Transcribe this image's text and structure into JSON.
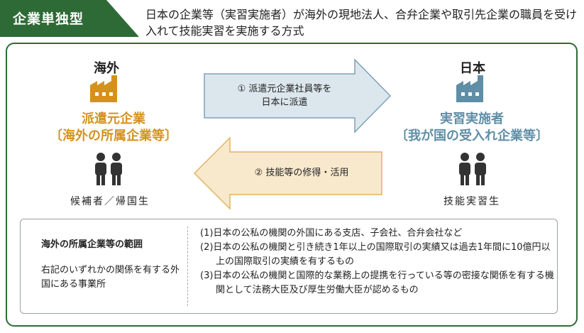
{
  "header": {
    "tag": "企業単独型",
    "description": "日本の企業等（実習実施者）が海外の現地法人、合弁企業や取引先企業の職員を受け入れて技能実習を実施する方式"
  },
  "left": {
    "region": "海外",
    "org_line1": "派遣元企業",
    "org_line2": "〔海外の所属企業等〕",
    "people_label": "候補者／帰国生"
  },
  "right": {
    "region": "日本",
    "org_line1": "実習実施者",
    "org_line2": "〔我が国の受入れ企業等〕",
    "people_label": "技能実習生"
  },
  "flows": {
    "to_japan_line1": "① 派遣元企業社員等を",
    "to_japan_line2": "日本に派遣",
    "to_overseas": "② 技能等の修得・活用"
  },
  "scope": {
    "title": "海外の所属企業等の範囲",
    "description": "右記のいずれかの関係を有する外国にある事業所",
    "items": [
      "(1)日本の公私の機関の外国にある支店、子会社、合弁会社など",
      "(2)日本の公私の機関と引き続き1年以上の国際取引の実績又は過去1年間に10億円以上の国際取引の実績を有するもの",
      "(3)日本の公私の機関と国際的な業務上の提携を行っている等の密接な関係を有する機関として法務大臣及び厚生労働大臣が認めるもの"
    ]
  },
  "colors": {
    "green": "#2e6a36",
    "orange": "#d4921c",
    "blue_grey": "#5f8ea6",
    "arrow_blue_fill": "#dce7ed",
    "arrow_blue_stroke": "#7ea2b7",
    "arrow_orange_fill": "#f8e9cd",
    "arrow_orange_stroke": "#e0b45e"
  }
}
